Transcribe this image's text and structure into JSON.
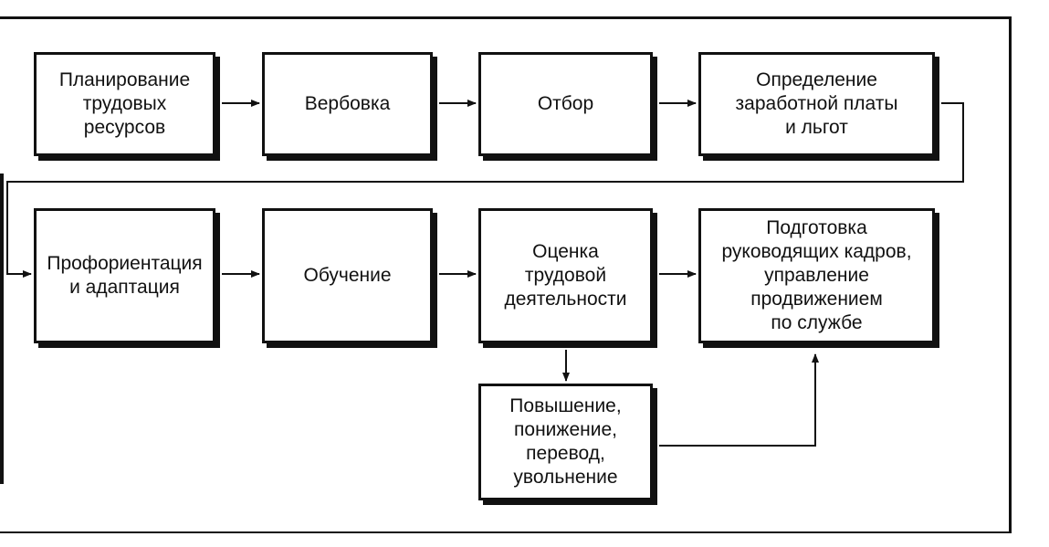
{
  "diagram": {
    "boxes": {
      "planning": "Планирование\nтрудовых\nресурсов",
      "recruiting": "Вербовка",
      "selection": "Отбор",
      "compensation": "Определение\nзаработной платы\nи льгот",
      "orientation": "Профориентация\nи адаптация",
      "training": "Обучение",
      "appraisal": "Оценка\nтрудовой\nдеятельности",
      "management_development": "Подготовка\nруководящих кадров,\nуправление\nпродвижением\nпо службе",
      "promotion": "Повышение,\nпонижение,\nперевод,\nувольнение"
    },
    "flows": [
      [
        "planning",
        "recruiting"
      ],
      [
        "recruiting",
        "selection"
      ],
      [
        "selection",
        "compensation"
      ],
      [
        "compensation",
        "orientation"
      ],
      [
        "orientation",
        "training"
      ],
      [
        "training",
        "appraisal"
      ],
      [
        "appraisal",
        "management_development"
      ],
      [
        "appraisal",
        "promotion"
      ],
      [
        "promotion",
        "management_development"
      ]
    ]
  }
}
